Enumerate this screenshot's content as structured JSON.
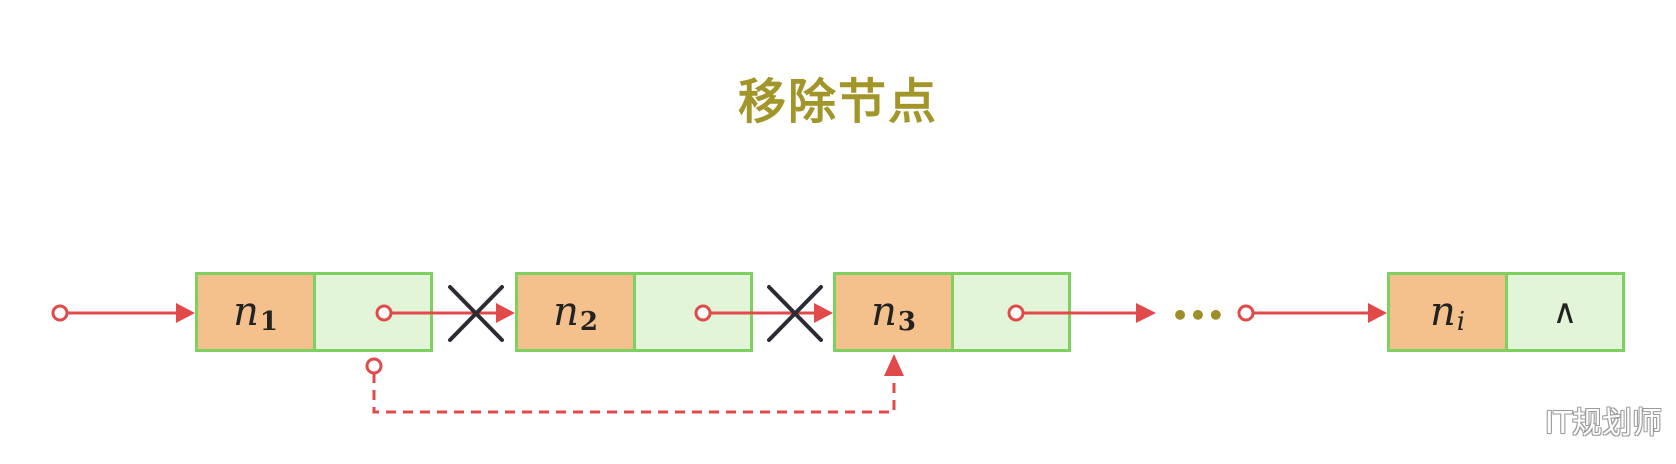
{
  "title": "移除节点",
  "nodes": [
    {
      "name": "n",
      "sub": "1",
      "pointer": ""
    },
    {
      "name": "n",
      "sub": "2",
      "pointer": ""
    },
    {
      "name": "n",
      "sub": "3",
      "pointer": ""
    },
    {
      "name": "n",
      "sub": "i",
      "pointer": "∧"
    }
  ],
  "ellipsis": "•••",
  "watermark": "IT规划师",
  "colors": {
    "title": "#a2962b",
    "node_border": "#7fd15f",
    "value_fill": "#f4c08c",
    "pointer_fill": "#e3f5d9",
    "arrow": "#e04a4a",
    "cross": "#2b2b33",
    "ellipsis": "#9c8f28"
  }
}
